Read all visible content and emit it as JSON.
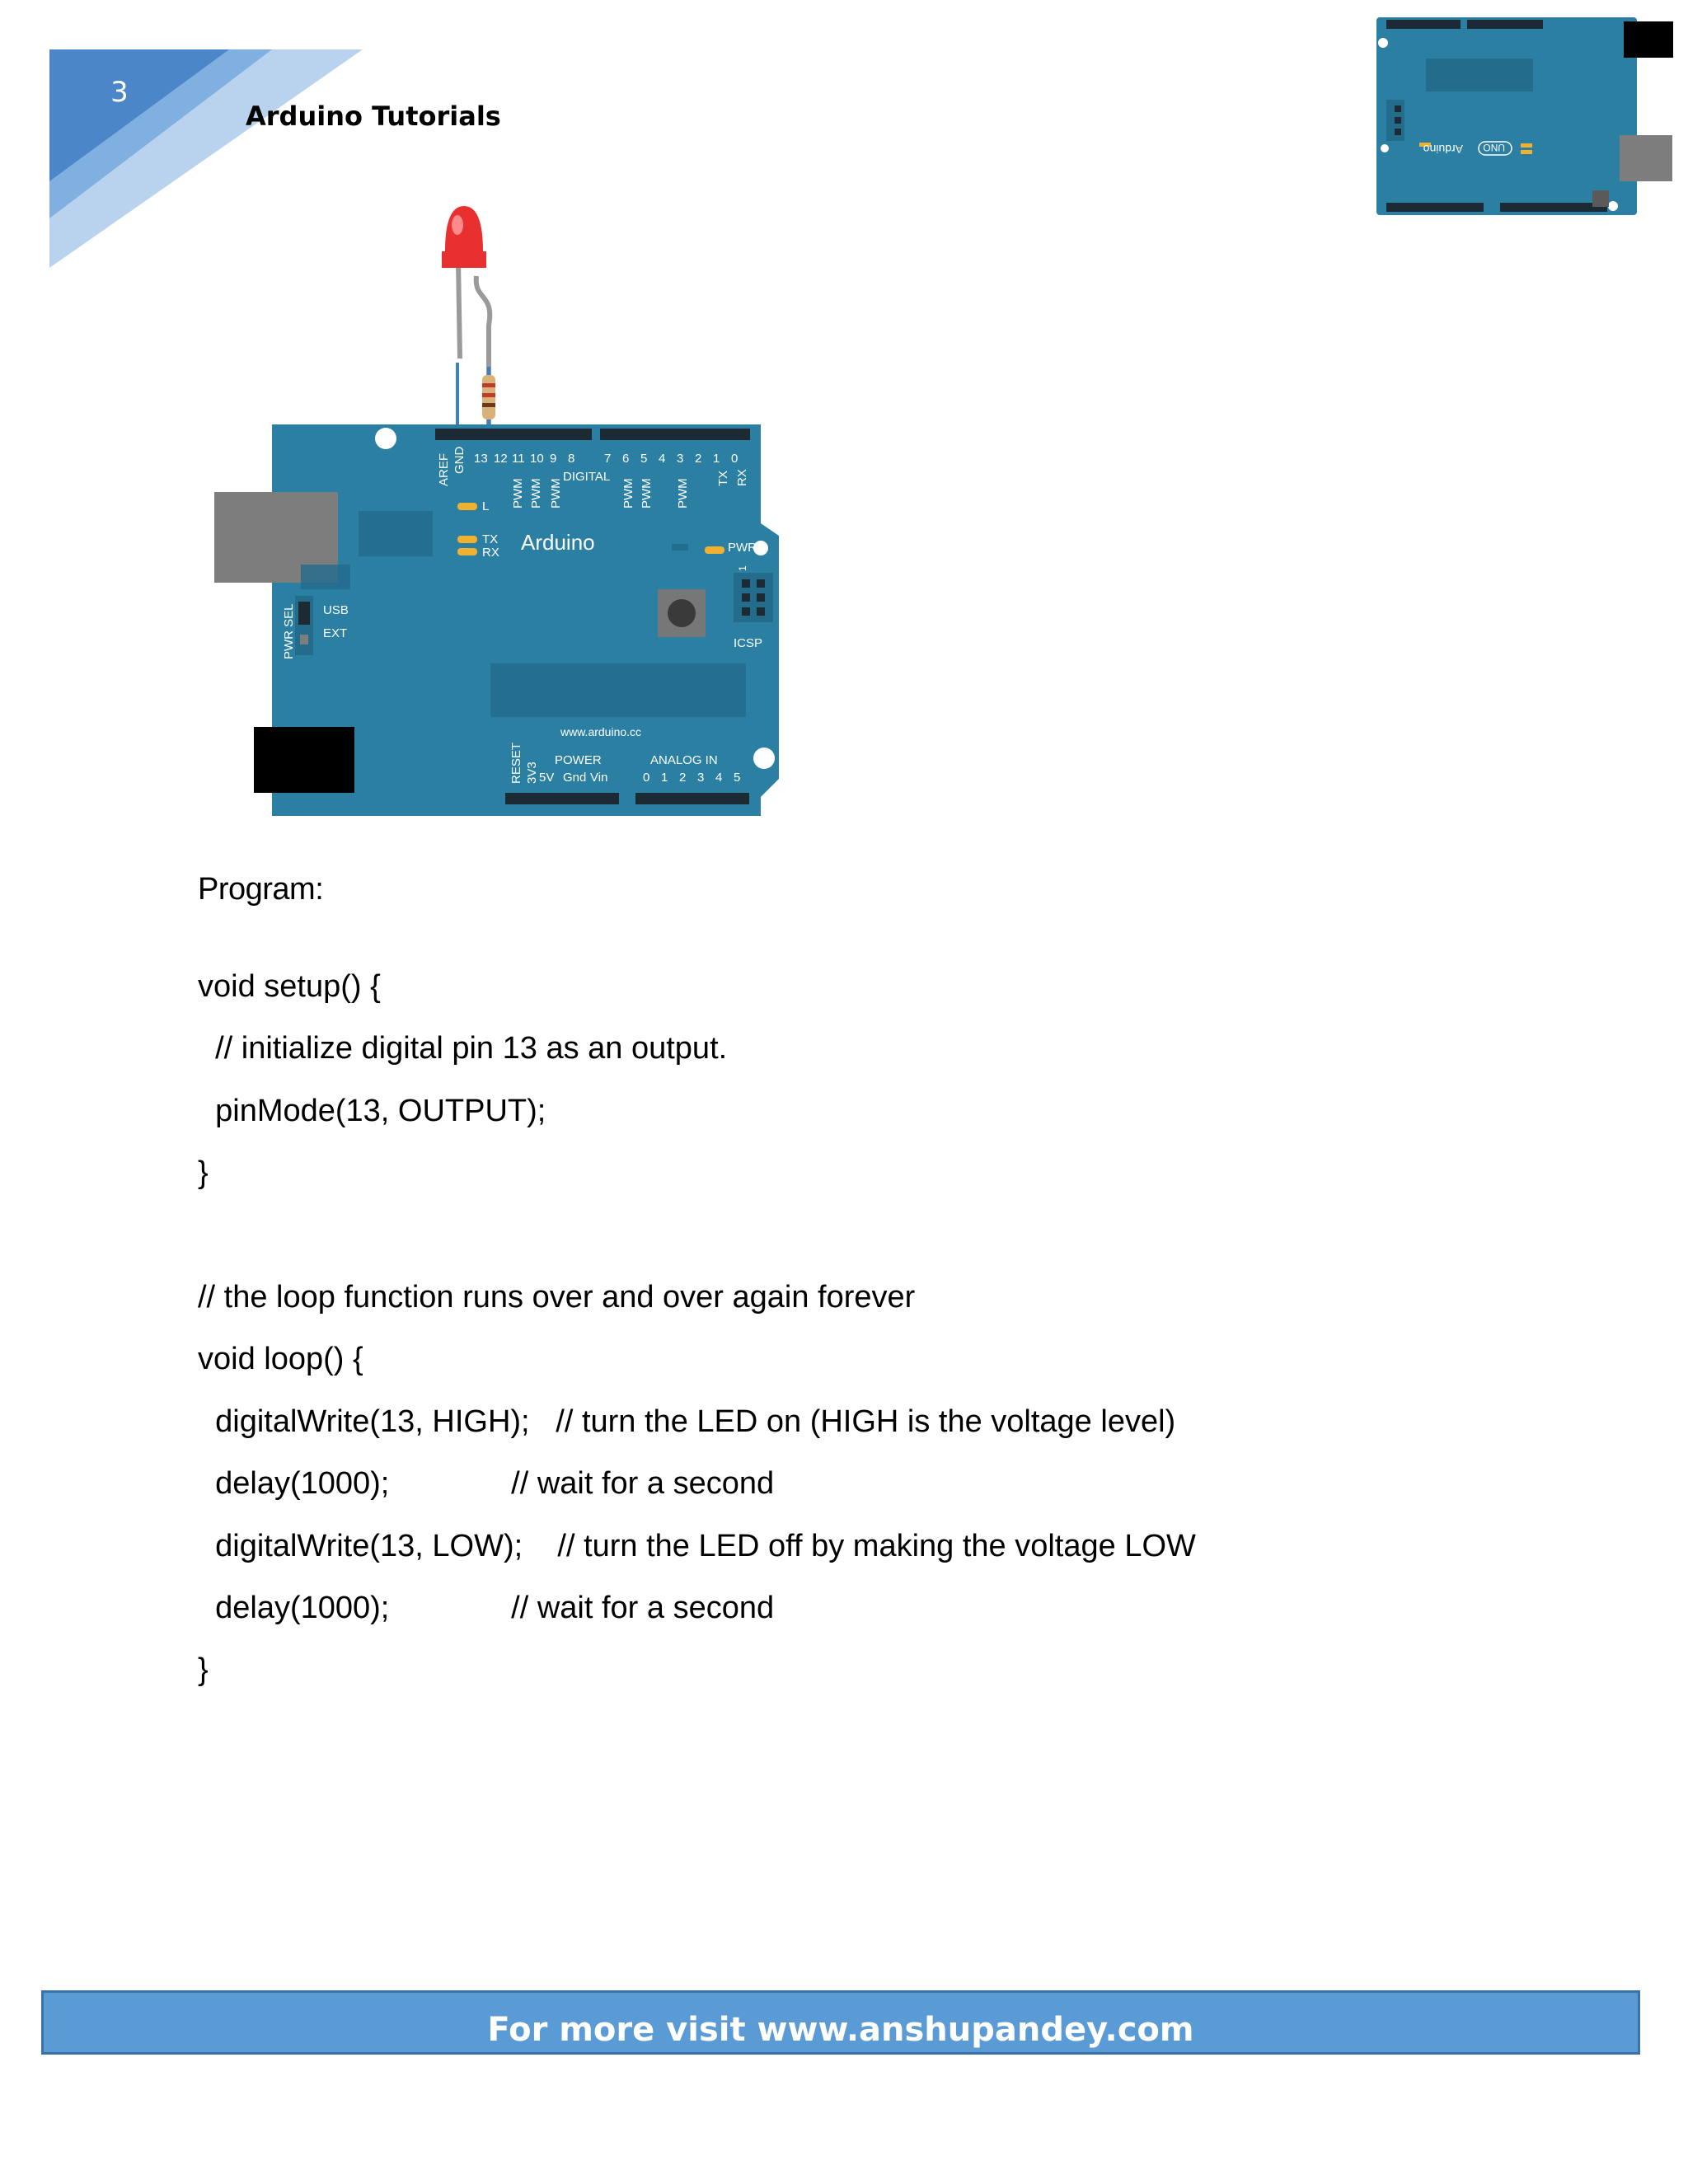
{
  "header": {
    "page_number": "3",
    "title": "Arduino Tutorials"
  },
  "diagram": {
    "board_brand": "Arduino",
    "pins_top_left": [
      "AREF",
      "GND",
      "13",
      "12",
      "11",
      "10",
      "9",
      "8"
    ],
    "pins_top_right": [
      "7",
      "6",
      "5",
      "4",
      "3",
      "2",
      "1",
      "0"
    ],
    "digital_label": "DIGITAL",
    "pwm_label": "PWM",
    "tx_pin_label": "TX",
    "rx_pin_label": "RX",
    "led_l_label": "L",
    "led_tx_label": "TX",
    "led_rx_label": "RX",
    "pwr_label": "PWR",
    "icsp_label": "ICSP",
    "icsp_pin1": "1",
    "pwr_sel_label": "PWR SEL",
    "usb_label": "USB",
    "ext_label": "EXT",
    "website": "www.arduino.cc",
    "reset_label": "RESET",
    "v33_label": "3V3",
    "power_label": "POWER",
    "power_pins": [
      "5V",
      "Gnd",
      "Vin"
    ],
    "analog_label": "ANALOG IN",
    "analog_pins": [
      "0",
      "1",
      "2",
      "3",
      "4",
      "5"
    ]
  },
  "thumbnail": {
    "brand": "Arduino",
    "uno": "UNO"
  },
  "program": {
    "heading": "Program:",
    "lines": [
      "void setup() {",
      "  // initialize digital pin 13 as an output.",
      "  pinMode(13, OUTPUT);",
      "}",
      "",
      "// the loop function runs over and over again forever",
      "void loop() {",
      "  digitalWrite(13, HIGH);   // turn the LED on (HIGH is the voltage level)",
      "  delay(1000);              // wait for a second",
      "  digitalWrite(13, LOW);    // turn the LED off by making the voltage LOW",
      "  delay(1000);              // wait for a second",
      "}"
    ]
  },
  "footer": {
    "text": "For more visit www.anshupandey.com"
  },
  "colors": {
    "board": "#2a7fa3",
    "board_dark": "#236c8c",
    "header_blue": "#4a86c8",
    "footer_blue": "#5b9bd5",
    "led_red": "#e83030"
  }
}
